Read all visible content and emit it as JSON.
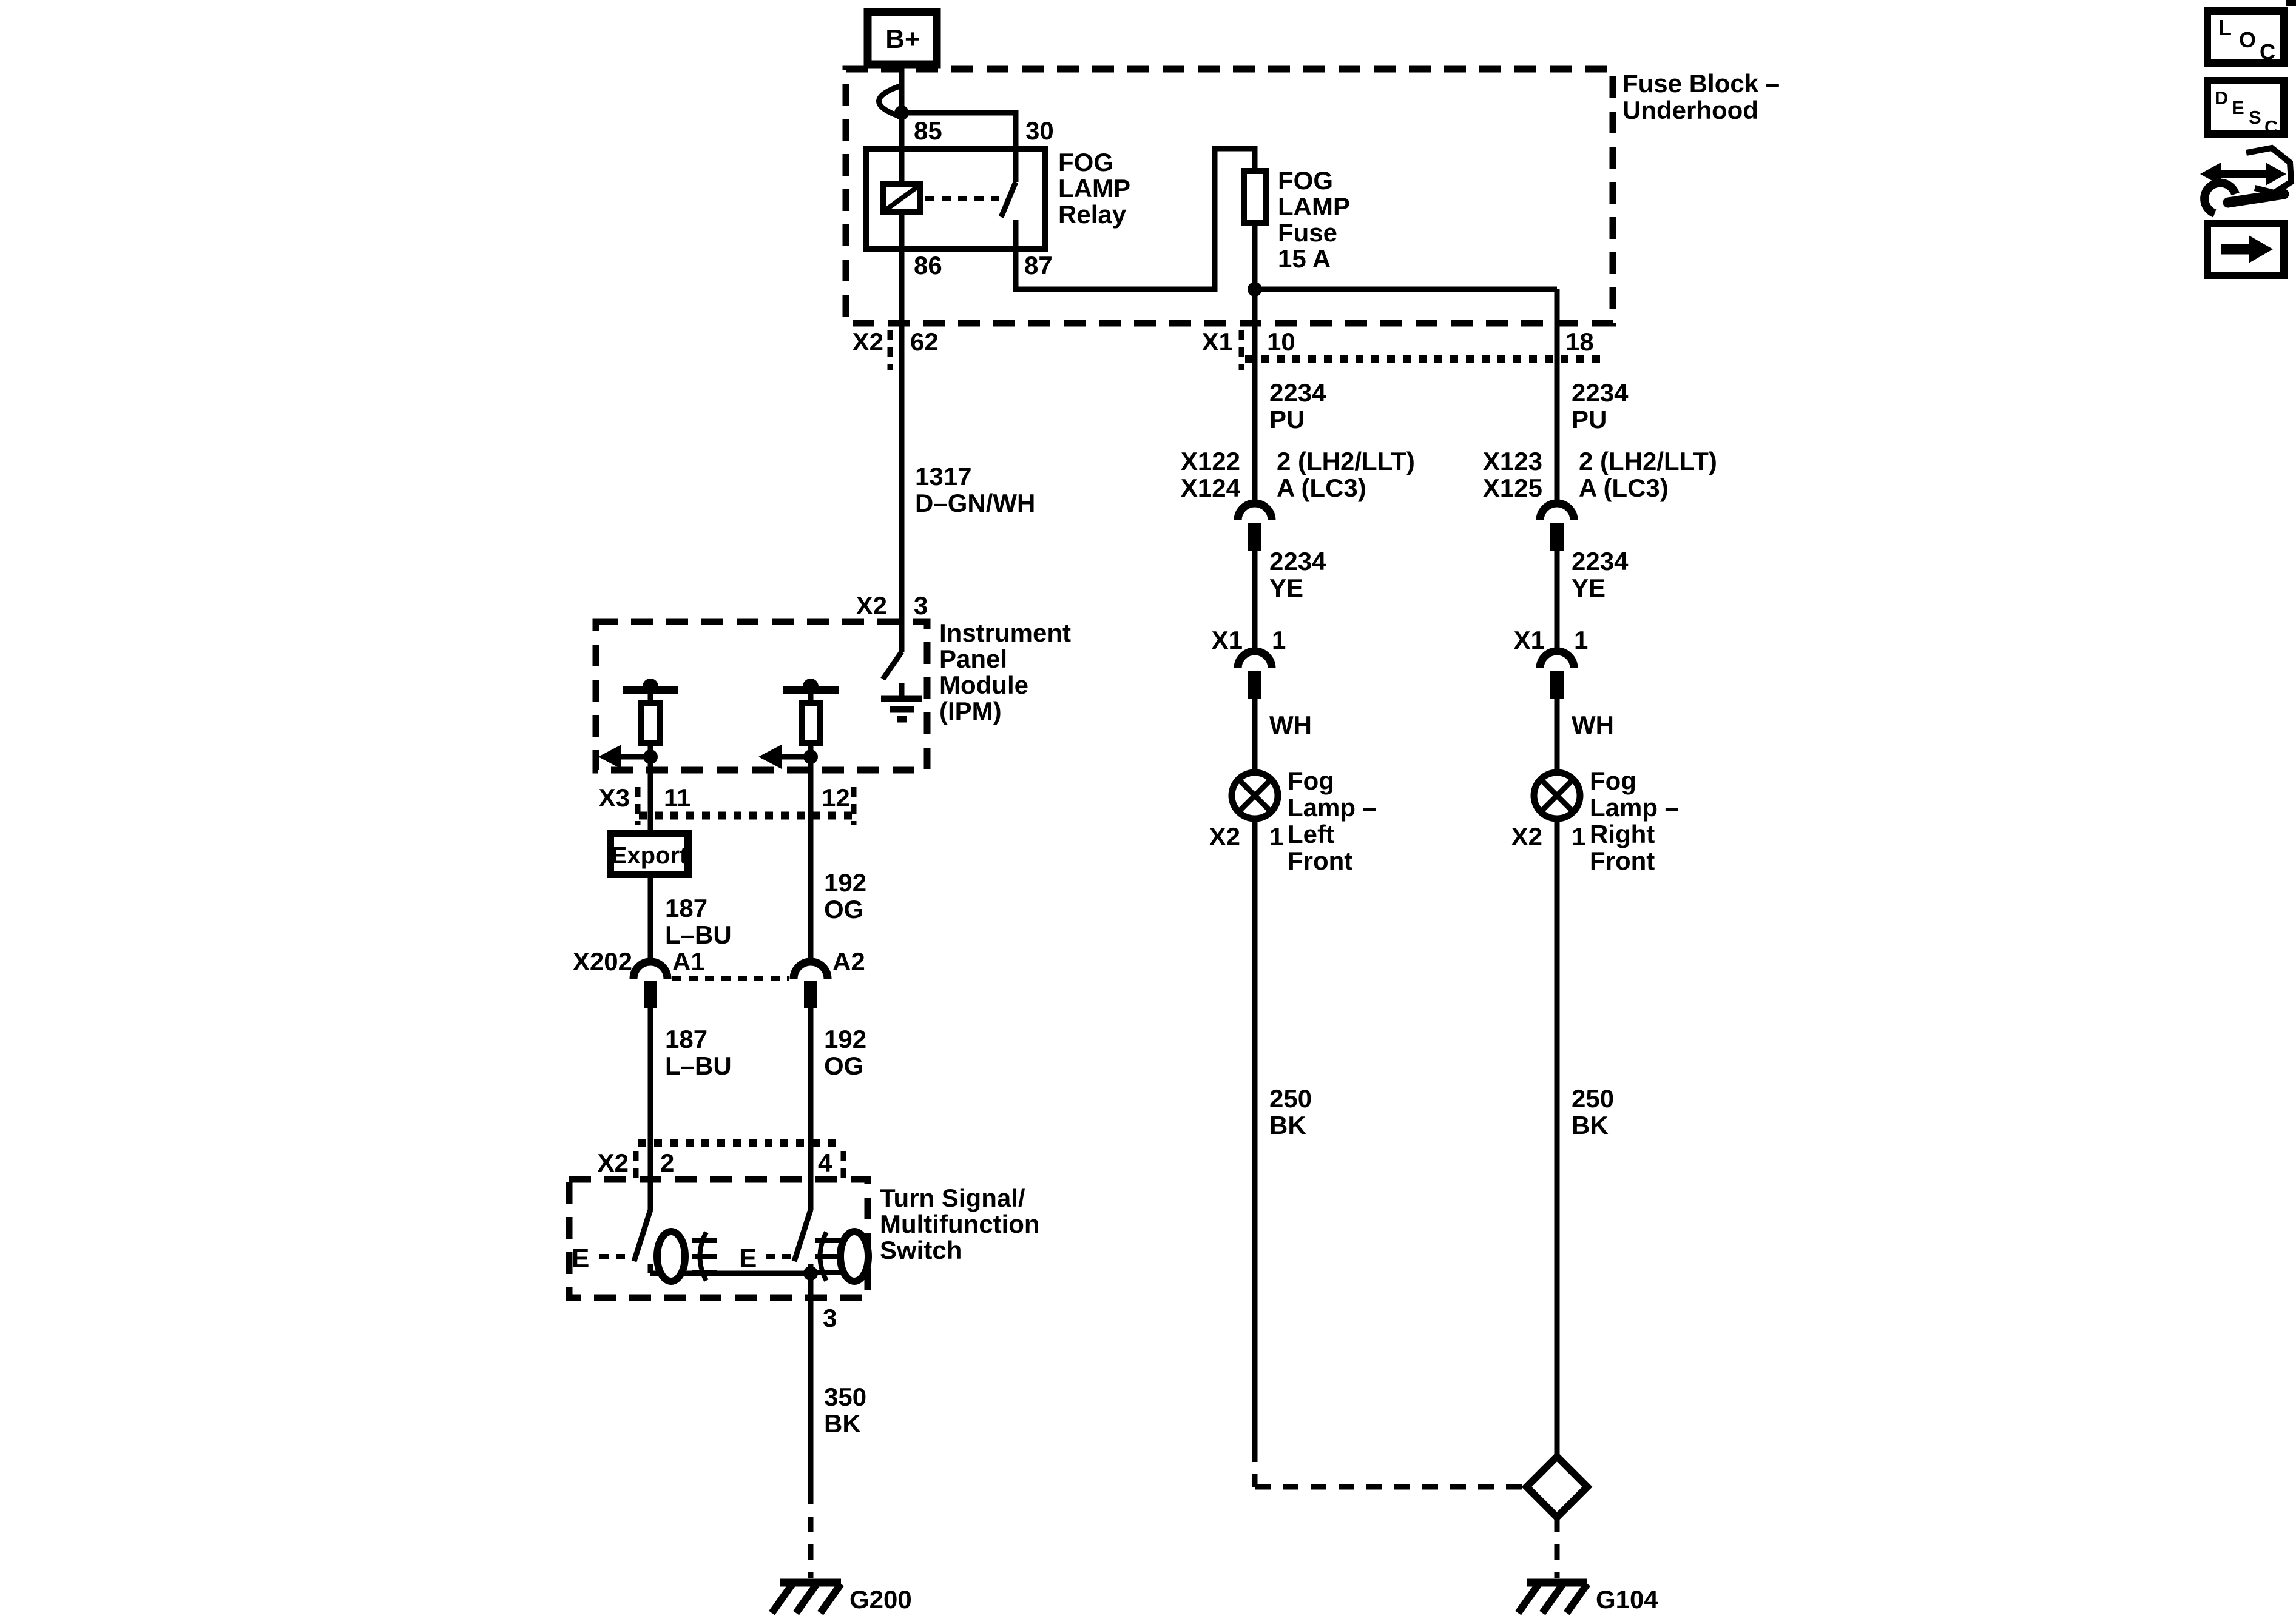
{
  "colors": {
    "ink": "#000000",
    "paper": "#ffffff"
  },
  "toolbar": {
    "loc_letters": [
      "L",
      "O",
      "C"
    ],
    "desc_letters": [
      "D",
      "E",
      "S",
      "C"
    ]
  },
  "power_label": "B+",
  "fuse_block": {
    "name": [
      "Fuse Block –",
      "Underhood"
    ],
    "relay": {
      "name": [
        "FOG",
        "LAMP",
        "Relay"
      ],
      "pin_top_left": "85",
      "pin_top_right": "30",
      "pin_bottom_left": "86",
      "pin_bottom_right": "87"
    },
    "fuse": {
      "name": [
        "FOG",
        "LAMP",
        "Fuse",
        "15 A"
      ]
    },
    "conn_left": {
      "name": "X2",
      "pin": "62"
    },
    "conn_right": {
      "name": "X1",
      "pin_a": "10",
      "pin_b": "18"
    }
  },
  "ipm_branch": {
    "feed_wire": {
      "circuit": "1317",
      "color": "D–GN/WH"
    },
    "pin_in": {
      "conn": "X2",
      "pin": "3"
    },
    "module_name": [
      "Instrument",
      "Panel",
      "Module",
      "(IPM)"
    ],
    "conn_out": {
      "name": "X3",
      "pin_left": "11",
      "pin_right": "12"
    },
    "export_label": "Export",
    "left_wire_upper": {
      "circuit": "187",
      "color": "L–BU"
    },
    "right_wire_upper": {
      "circuit": "192",
      "color": "OG"
    },
    "inline_conn": {
      "name": "X202",
      "pin_left": "A1",
      "pin_right": "A2"
    },
    "left_wire_lower": {
      "circuit": "187",
      "color": "L–BU"
    },
    "right_wire_lower": {
      "circuit": "192",
      "color": "OG"
    }
  },
  "switch": {
    "conn_in": {
      "name": "X2",
      "pin_left": "2",
      "pin_right": "4"
    },
    "name": [
      "Turn Signal/",
      "Multifunction",
      "Switch"
    ],
    "e_left": "E",
    "e_right": "E",
    "conn_out": {
      "name": "X2",
      "pin": "3"
    },
    "ground_wire": {
      "circuit": "350",
      "color": "BK"
    },
    "ground_label": "G200"
  },
  "lamp_left": {
    "wire_upper": {
      "circuit": "2234",
      "color": "PU"
    },
    "conn_a": {
      "name_line1": "X122",
      "name_line2": "X124",
      "pin_line1": "2 (LH2/LLT)",
      "pin_line2": "A (LC3)"
    },
    "wire_mid": {
      "circuit": "2234",
      "color": "YE"
    },
    "conn_b": {
      "name": "X1",
      "pin": "1"
    },
    "wire_lamp_color": "WH",
    "name": [
      "Fog",
      "Lamp –",
      "Left",
      "Front"
    ],
    "pin_out": {
      "conn": "X2",
      "pin": "1"
    },
    "ground_wire": {
      "circuit": "250",
      "color": "BK"
    }
  },
  "lamp_right": {
    "wire_upper": {
      "circuit": "2234",
      "color": "PU"
    },
    "conn_a": {
      "name_line1": "X123",
      "name_line2": "X125",
      "pin_line1": "2 (LH2/LLT)",
      "pin_line2": "A (LC3)"
    },
    "wire_mid": {
      "circuit": "2234",
      "color": "YE"
    },
    "conn_b": {
      "name": "X1",
      "pin": "1"
    },
    "wire_lamp_color": "WH",
    "name": [
      "Fog",
      "Lamp –",
      "Right",
      "Front"
    ],
    "pin_out": {
      "conn": "X2",
      "pin": "1"
    },
    "ground_wire": {
      "circuit": "250",
      "color": "BK"
    },
    "ground_label": "G104"
  }
}
